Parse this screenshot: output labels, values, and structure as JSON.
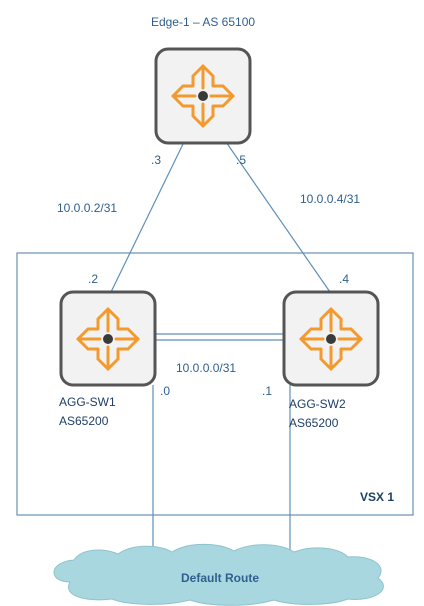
{
  "colors": {
    "link": "#5f8fb8",
    "router_border": "#555555",
    "router_fill": "#f2f2f2",
    "router_arrows": "#f29a2e",
    "label": "#2f5f8f",
    "vsx_border": "#6a8fb5",
    "cloud": "#a9d7df"
  },
  "nodes": {
    "edge": {
      "title": "Edge-1 – AS 65100",
      "icon": "router-icon"
    },
    "agg1": {
      "name": "AGG-SW1",
      "as": "AS65200",
      "icon": "router-icon"
    },
    "agg2": {
      "name": "AGG-SW2",
      "as": "AS65200",
      "icon": "router-icon"
    }
  },
  "links": {
    "edge_agg1": {
      "subnet": "10.0.0.2/31",
      "edge_end": ".3",
      "agg_end": ".2"
    },
    "edge_agg2": {
      "subnet": "10.0.0.4/31",
      "edge_end": ".5",
      "agg_end": ".4"
    },
    "isl": {
      "subnet": "10.0.0.0/31",
      "agg1_end": ".0",
      "agg2_end": ".1"
    }
  },
  "vsx": {
    "label": "VSX 1"
  },
  "cloud": {
    "label": "Default Route"
  }
}
